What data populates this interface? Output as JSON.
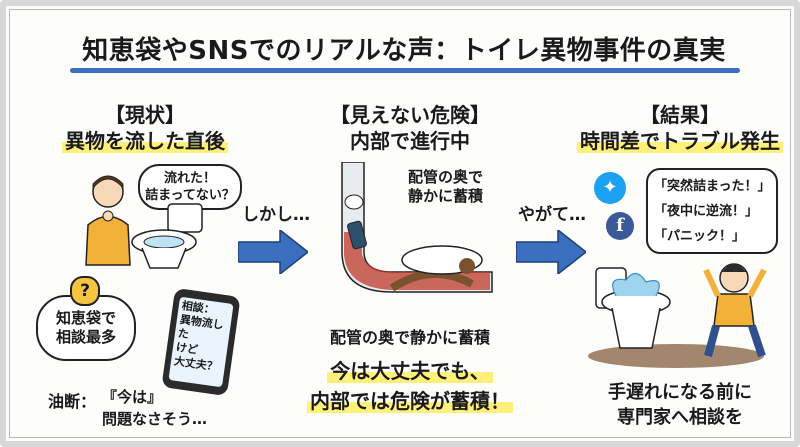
{
  "title": "知恵袋やSNSでのリアルな声：トイレ異物事件の真実",
  "left": {
    "heading": "【現状】",
    "subheading": "異物を流した直後",
    "bubble_line1": "流れた！",
    "bubble_line2": "詰まってない？",
    "question_mark": "?",
    "consult_line1": "知恵袋で",
    "consult_line2": "相談最多",
    "phone_line1": "相談：",
    "phone_line2": "異物流した",
    "phone_line3": "けど",
    "phone_line4": "大丈夫？",
    "caution_label": "油断：",
    "caution_line1": "『今は』",
    "caution_line2": "問題なさそう…"
  },
  "connector1": "しかし…",
  "middle": {
    "heading": "【見えない危険】",
    "subheading": "内部で進行中",
    "note_line1": "配管の奥で",
    "note_line2": "静かに蓄積",
    "caption": "配管の奥で静かに蓄積",
    "emphasis_line1": "今は大丈夫でも、",
    "emphasis_line2": "内部では危険が蓄積！"
  },
  "connector2": "やがて…",
  "right": {
    "heading": "【結果】",
    "subheading": "時間差でトラブル発生",
    "quote1": "「突然詰まった！」",
    "quote2": "「夜中に逆流！」",
    "quote3": "「パニック！」",
    "advice_line1": "手遅れになる前に",
    "advice_line2": "専門家へ相談を"
  },
  "colors": {
    "accent_blue": "#3a6fbf",
    "highlight_yellow": "#fff07a",
    "twitter_blue": "#1da1f2",
    "facebook_blue": "#3b5998",
    "water_brown": "#7a5230"
  }
}
